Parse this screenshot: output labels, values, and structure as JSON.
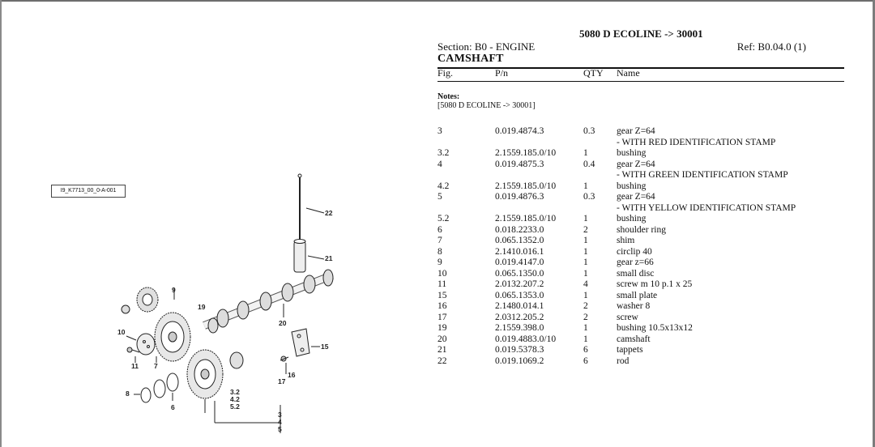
{
  "diagram": {
    "code": "I9_K7713_00_0-A-001",
    "callouts": [
      "22",
      "21",
      "9",
      "19",
      "20",
      "10",
      "15",
      "11",
      "7",
      "16",
      "17",
      "8",
      "6"
    ],
    "stack_left": [
      "3.2",
      "4.2",
      "5.2"
    ],
    "stack_bottom": [
      "3",
      "4",
      "5"
    ]
  },
  "header": {
    "model": "5080 D ECOLINE -> 30001",
    "section": "Section: B0 - ENGINE",
    "ref": "Ref: B0.04.0 (1)",
    "title": "CAMSHAFT"
  },
  "columns": {
    "fig": "Fig.",
    "pn": "P/n",
    "qty": "QTY",
    "name": "Name"
  },
  "notes": {
    "label": "Notes:",
    "text": "[5080 D ECOLINE -> 30001]"
  },
  "parts": [
    {
      "fig": "3",
      "pn": "0.019.4874.3",
      "qty": "0.3",
      "name": "gear Z=64"
    },
    {
      "fig": "",
      "pn": "",
      "qty": "",
      "name": "- WITH RED IDENTIFICATION STAMP"
    },
    {
      "fig": "3.2",
      "pn": "2.1559.185.0/10",
      "qty": "1",
      "name": "bushing"
    },
    {
      "fig": "4",
      "pn": "0.019.4875.3",
      "qty": "0.4",
      "name": "gear Z=64"
    },
    {
      "fig": "",
      "pn": "",
      "qty": "",
      "name": "- WITH GREEN IDENTIFICATION STAMP"
    },
    {
      "fig": "4.2",
      "pn": "2.1559.185.0/10",
      "qty": "1",
      "name": "bushing"
    },
    {
      "fig": "5",
      "pn": "0.019.4876.3",
      "qty": "0.3",
      "name": "gear Z=64"
    },
    {
      "fig": "",
      "pn": "",
      "qty": "",
      "name": "- WITH YELLOW IDENTIFICATION STAMP"
    },
    {
      "fig": "5.2",
      "pn": "2.1559.185.0/10",
      "qty": "1",
      "name": "bushing"
    },
    {
      "fig": "6",
      "pn": "0.018.2233.0",
      "qty": "2",
      "name": "shoulder ring"
    },
    {
      "fig": "7",
      "pn": "0.065.1352.0",
      "qty": "1",
      "name": "shim"
    },
    {
      "fig": "8",
      "pn": "2.1410.016.1",
      "qty": "1",
      "name": "circlip 40"
    },
    {
      "fig": "9",
      "pn": "0.019.4147.0",
      "qty": "1",
      "name": "gear z=66"
    },
    {
      "fig": "10",
      "pn": "0.065.1350.0",
      "qty": "1",
      "name": "small disc"
    },
    {
      "fig": "11",
      "pn": "2.0132.207.2",
      "qty": "4",
      "name": "screw m 10 p.1 x 25"
    },
    {
      "fig": "15",
      "pn": "0.065.1353.0",
      "qty": "1",
      "name": "small plate"
    },
    {
      "fig": "16",
      "pn": "2.1480.014.1",
      "qty": "2",
      "name": "washer 8"
    },
    {
      "fig": "17",
      "pn": "2.0312.205.2",
      "qty": "2",
      "name": "screw"
    },
    {
      "fig": "19",
      "pn": "2.1559.398.0",
      "qty": "1",
      "name": "bushing 10.5x13x12"
    },
    {
      "fig": "20",
      "pn": "0.019.4883.0/10",
      "qty": "1",
      "name": "camshaft"
    },
    {
      "fig": "21",
      "pn": "0.019.5378.3",
      "qty": "6",
      "name": "tappets"
    },
    {
      "fig": "22",
      "pn": "0.019.1069.2",
      "qty": "6",
      "name": "rod"
    }
  ]
}
